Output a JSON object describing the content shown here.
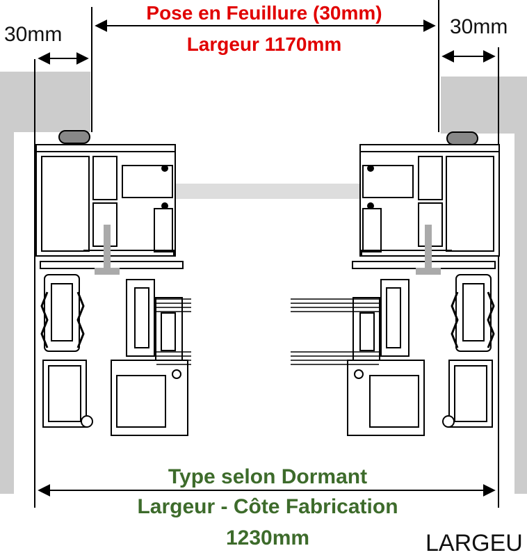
{
  "top": {
    "line1": "Pose en Feuillure (30mm)",
    "line2": "Largeur 1170mm"
  },
  "left_dim": "30mm",
  "right_dim": "30mm",
  "bottom": {
    "line1": "Type selon Dormant",
    "line2": "Largeur - Côte Fabrication",
    "line3": "1230mm"
  },
  "cutoff_label": "LARGEU",
  "colors": {
    "red": "#e10000",
    "green": "#3d6b2b",
    "wall": "#cccccc",
    "seal": "#888888",
    "bar": "#dddddd"
  }
}
